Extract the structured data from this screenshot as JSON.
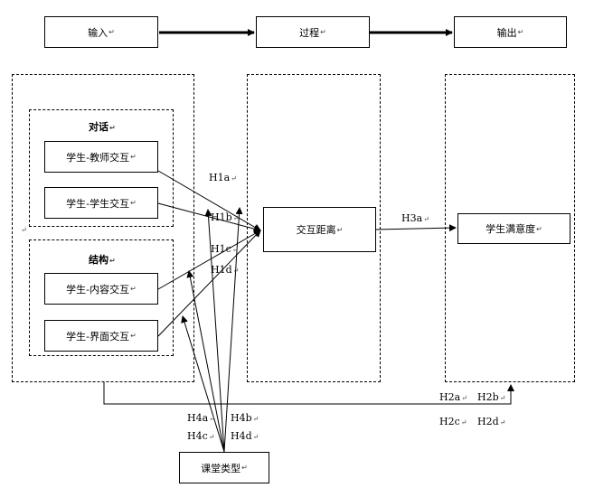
{
  "top_row": {
    "input": "输入",
    "process": "过程",
    "output": "输出"
  },
  "groups": {
    "dialogue": "对话",
    "structure": "结构"
  },
  "nodes": {
    "student_teacher": "学生-教师交互",
    "student_student": "学生-学生交互",
    "student_content": "学生-内容交互",
    "student_interface": "学生-界面交互",
    "transactional_distance": "交互距离",
    "satisfaction": "学生满意度",
    "class_type": "课堂类型"
  },
  "hypotheses": {
    "h1a": "H1a",
    "h1b": "H1b",
    "h1c": "H1c",
    "h1d": "H1d",
    "h3a": "H3a",
    "h2a": "H2a",
    "h2b": "H2b",
    "h2c": "H2c",
    "h2d": "H2d",
    "h4a": "H4a",
    "h4b": "H4b",
    "h4c": "H4c",
    "h4d": "H4d"
  },
  "paragraph_mark": "↵"
}
